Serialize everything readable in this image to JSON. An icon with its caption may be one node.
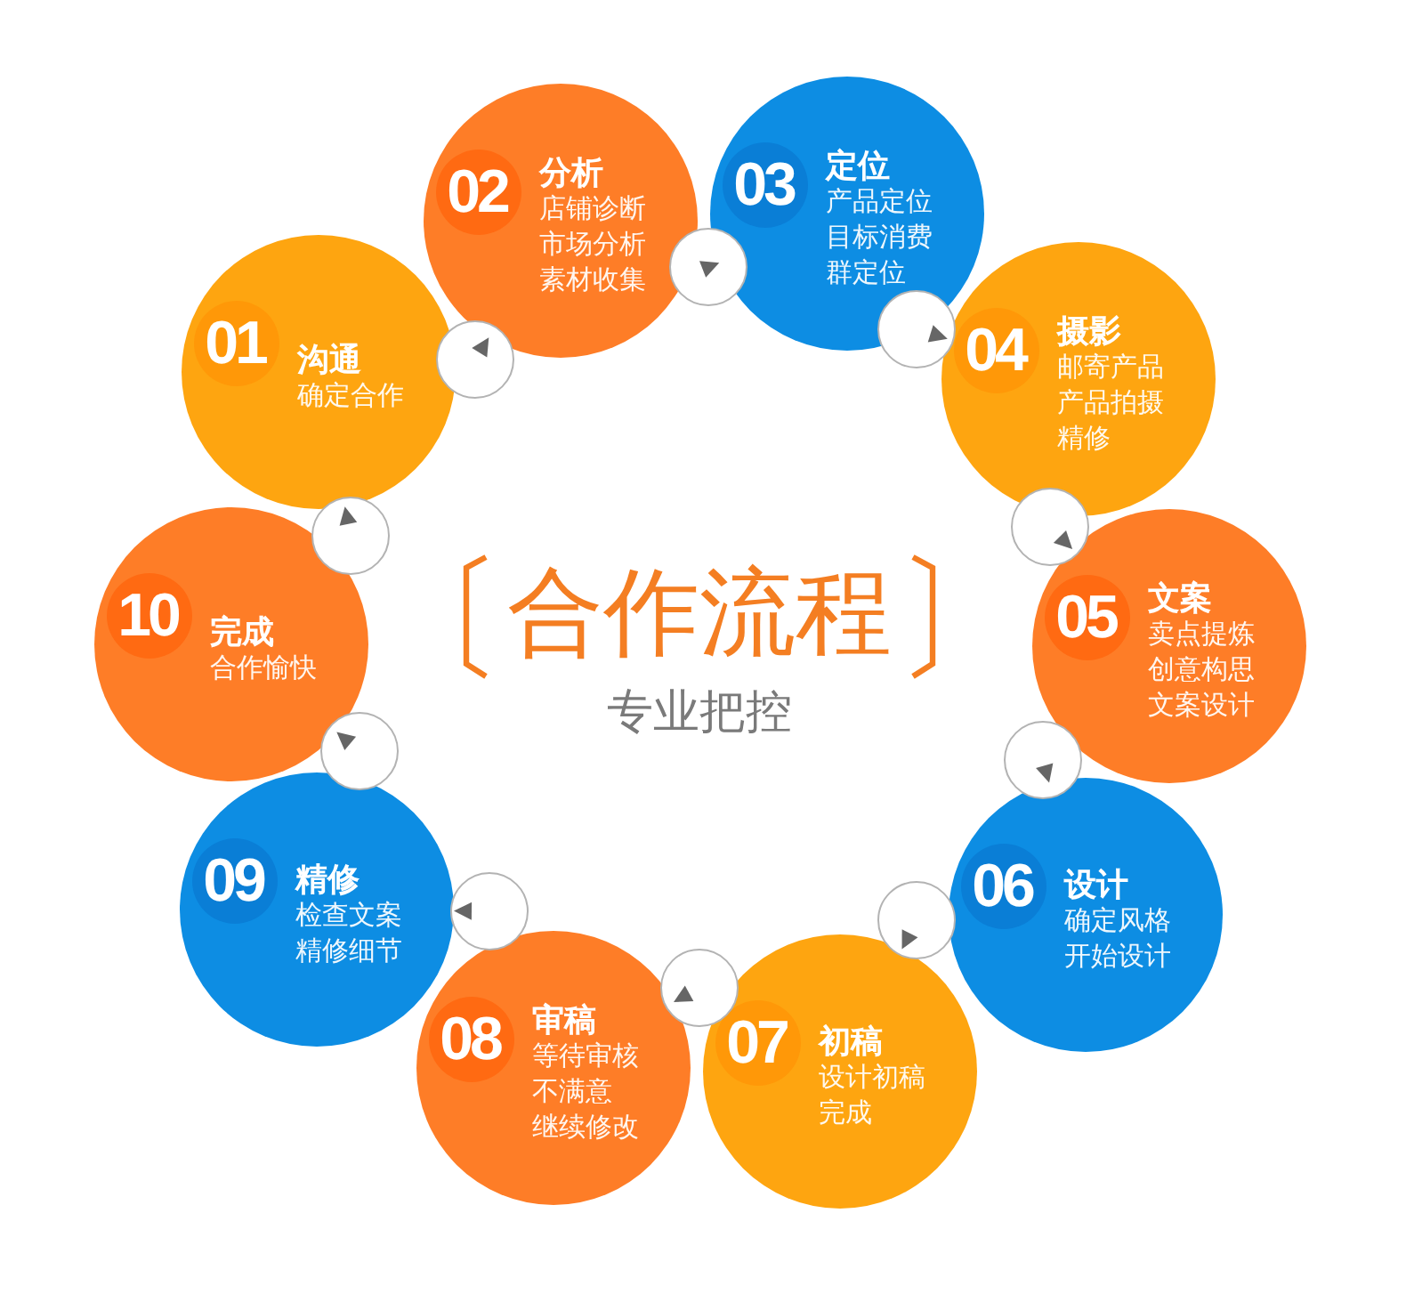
{
  "diagram": {
    "title": "合作流程",
    "nodes": [
      {
        "text": [
          "01",
          "沟通",
          "确定合作"
        ]
      },
      {
        "text": [
          "02",
          "分析",
          "店铺诊断",
          "市场分析",
          "素材收集"
        ]
      },
      {
        "text": [
          "03",
          "定位",
          "产品定位",
          "目标消费群定位"
        ]
      },
      {
        "text": [
          "04",
          "摄影",
          "邮寄产品",
          "产品拍摄",
          "精修"
        ]
      },
      {
        "text": [
          "05",
          "文案",
          "卖点提炼",
          "创意构思",
          "文案设计"
        ]
      },
      {
        "text": [
          "06",
          "设计",
          "确定风格",
          "开始设计"
        ]
      },
      {
        "text": [
          "07",
          "初稿",
          "设计初稿完成"
        ]
      },
      {
        "text": [
          "08",
          "审稿",
          "等待审核",
          "不满意",
          "继续修改"
        ]
      },
      {
        "text": [
          "09",
          "精修",
          "检查文案",
          "精修细节"
        ]
      },
      {
        "text": [
          "10",
          "完成",
          "合作愉快"
        ]
      }
    ],
    "edges": [
      {
        "from": 0,
        "to": 1,
        "arrow": "to"
      },
      {
        "from": 1,
        "to": 2,
        "arrow": "to"
      },
      {
        "from": 2,
        "to": 3,
        "arrow": "to"
      },
      {
        "from": 3,
        "to": 4,
        "arrow": "to"
      },
      {
        "from": 4,
        "to": 5,
        "arrow": "to"
      },
      {
        "from": 5,
        "to": 6,
        "arrow": "to"
      },
      {
        "from": 6,
        "to": 7,
        "arrow": "to"
      },
      {
        "from": 7,
        "to": 8,
        "arrow": "to"
      },
      {
        "from": 8,
        "to": 9,
        "arrow": "to"
      },
      {
        "from": 9,
        "to": 0,
        "arrow": "to"
      }
    ],
    "labels": [
      "专业把控"
    ]
  }
}
